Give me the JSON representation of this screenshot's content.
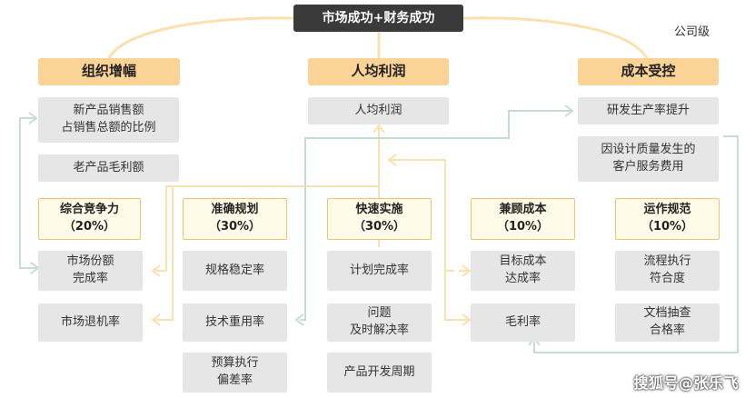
{
  "root": {
    "label": "市场成功+财务成功"
  },
  "level_label": "公司级",
  "pillars": [
    {
      "label": "组织增幅"
    },
    {
      "label": "人均利润"
    },
    {
      "label": "成本受控"
    }
  ],
  "top_metrics": {
    "left": [
      "新产品销售额\n占销售总额的比例",
      "老产品毛利额"
    ],
    "middle": [
      "人均利润"
    ],
    "right": [
      "研发生产率提升",
      "因设计质量发生的\n客户服务费用"
    ]
  },
  "factors": [
    {
      "label": "综合竞争力\n（20%）",
      "metrics": [
        "市场份额\n完成率",
        "市场退机率"
      ]
    },
    {
      "label": "准确规划\n（30%）",
      "metrics": [
        "规格稳定率",
        "技术重用率",
        "预算执行\n偏差率"
      ]
    },
    {
      "label": "快速实施\n（30%）",
      "metrics": [
        "计划完成率",
        "问题\n及时解决率",
        "产品开发周期"
      ]
    },
    {
      "label": "兼顾成本\n（10%）",
      "metrics": [
        "目标成本\n达成率",
        "毛利率"
      ]
    },
    {
      "label": "运作规范\n（10%）",
      "metrics": [
        "流程执行\n符合度",
        "文档抽查\n合格率"
      ]
    }
  ],
  "watermark": "搜狐号@张乐飞",
  "colors": {
    "orange_line": "#fbe0b0",
    "green_line": "#c5ddd3"
  }
}
